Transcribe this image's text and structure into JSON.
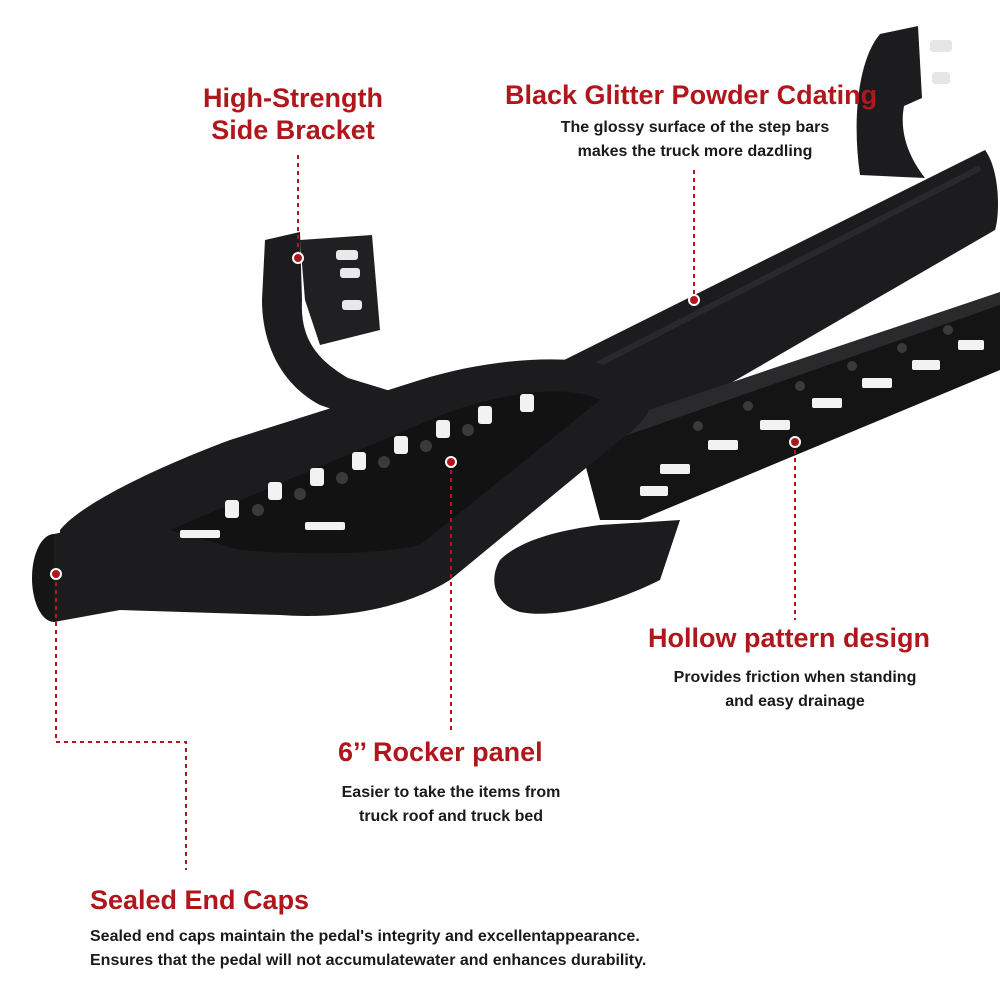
{
  "colors": {
    "accent": "#b0171c",
    "text": "#1a1a1a",
    "product": "#1c1c1e",
    "background": "#ffffff"
  },
  "features": {
    "bracket": {
      "title_line1": "High-Strength",
      "title_line2": "Side Bracket"
    },
    "coating": {
      "title": "Black Glitter Powder Cdating",
      "desc_line1": "The glossy surface of the step bars",
      "desc_line2": "makes the truck more dazdling"
    },
    "hollow": {
      "title": "Hollow pattern design",
      "desc_line1": "Provides friction when standing",
      "desc_line2": "and easy drainage"
    },
    "rocker": {
      "title": "6’’ Rocker panel",
      "desc_line1": "Easier to take the items from",
      "desc_line2": "truck roof and truck bed"
    },
    "endcaps": {
      "title": "Sealed End Caps",
      "desc_line1": "Sealed end caps maintain the pedal's integrity and excellentappearance.",
      "desc_line2": "Ensures that the pedal will not accumulatewater and enhances durability."
    }
  }
}
